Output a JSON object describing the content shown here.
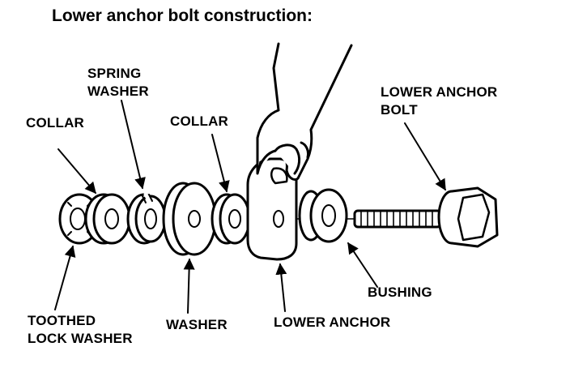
{
  "title": "Lower anchor bolt construction:",
  "labels": {
    "spring_washer": [
      "SPRING",
      "WASHER"
    ],
    "lower_anchor_bolt": [
      "LOWER ANCHOR",
      "BOLT"
    ],
    "collar_left": "COLLAR",
    "collar_right": "COLLAR",
    "bushing": "BUSHING",
    "toothed_lock_washer": [
      "TOOTHED",
      "LOCK WASHER"
    ],
    "washer": "WASHER",
    "lower_anchor": "LOWER ANCHOR"
  },
  "colors": {
    "ink": "#000000",
    "paper": "#ffffff"
  }
}
